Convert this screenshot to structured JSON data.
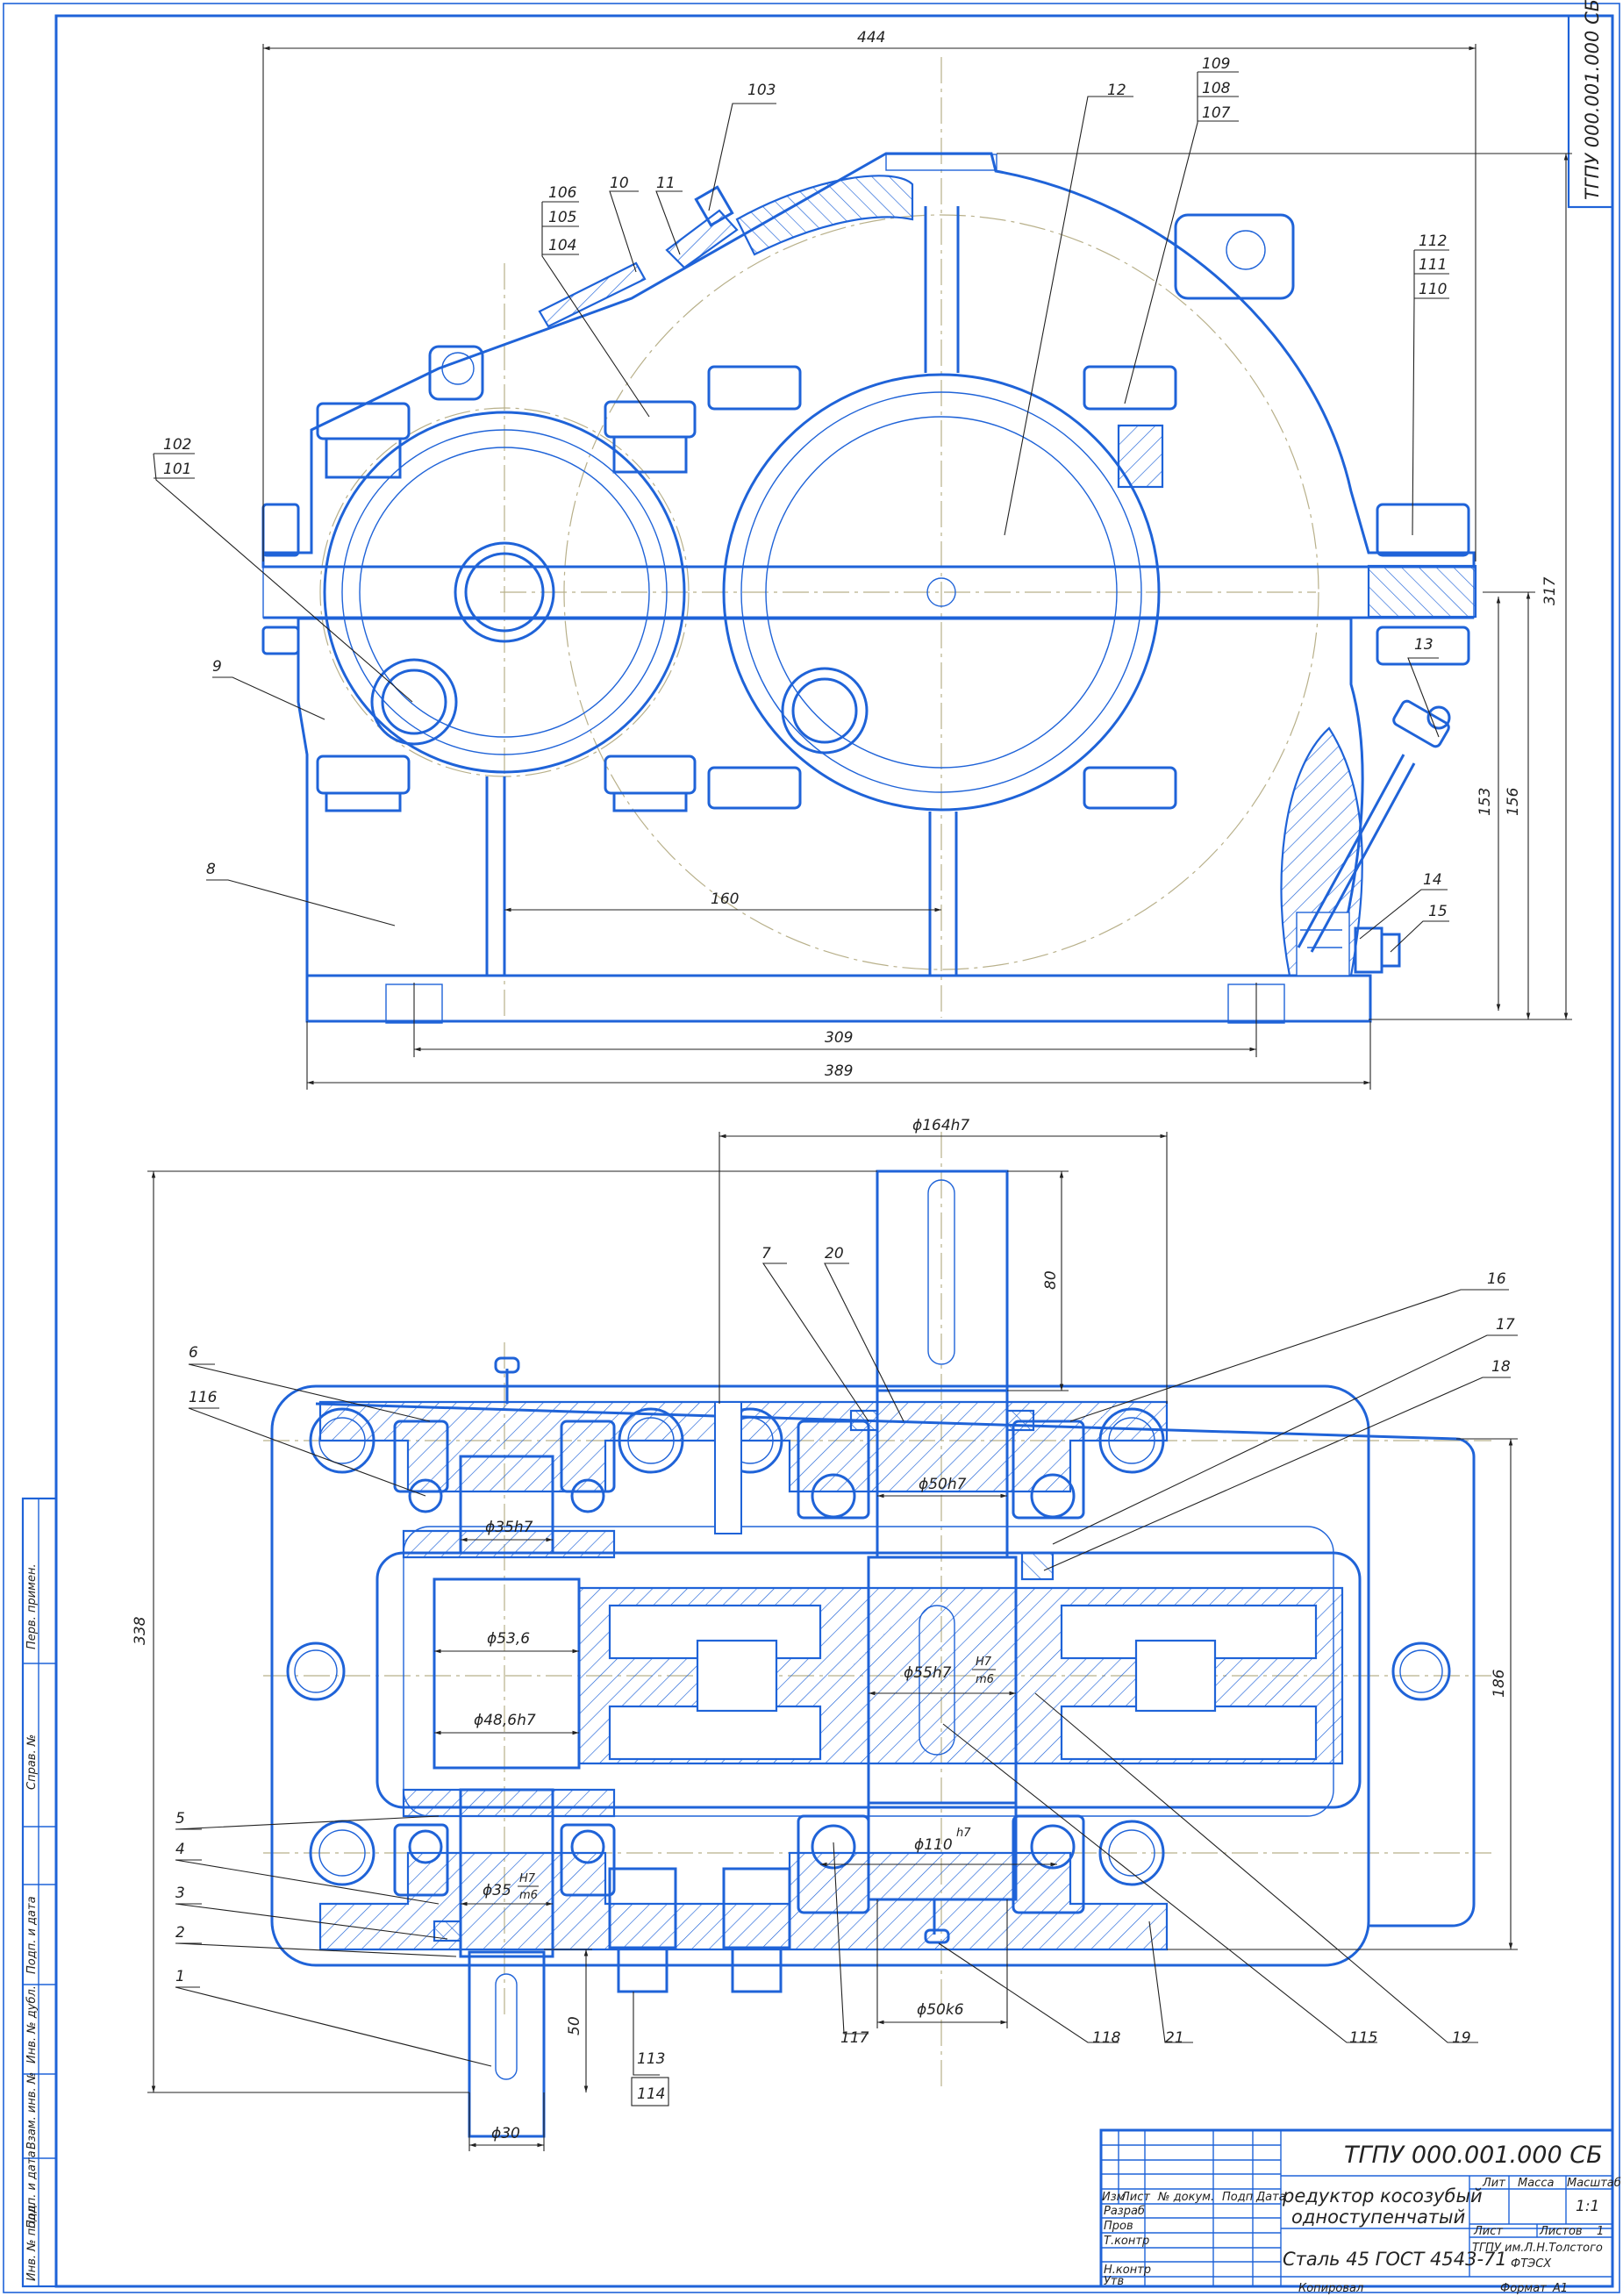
{
  "sheet": {
    "designation": "ТГПУ 000.001.000 СБ",
    "frame_stamp": "ТГПУ 000.001.000 СБ"
  },
  "title_block": {
    "designation": "ТГПУ 000.001.000 СБ",
    "name_line1": "редуктор косозубый",
    "name_line2": "одноступенчатый",
    "material": "Сталь 45 ГОСТ 4543-71",
    "org_line1": "ТГПУ им.Л.Н.Толстого",
    "org_line2": "ФТЭСХ",
    "col_izm": "Изм",
    "col_list": "Лист",
    "col_doc": "№ докум.",
    "col_sign": "Подп",
    "col_date": "Дата",
    "row_razrab": "Разраб",
    "row_prov": "Пров",
    "row_tkontr": "Т.контр",
    "row_nkontr": "Н.контр",
    "row_utv": "Утв",
    "lit_label": "Лит",
    "mass_label": "Масса",
    "scale_label": "Масштаб",
    "scale_value": "1:1",
    "sheet_label": "Лист",
    "sheets_label": "Листов",
    "sheets_value": "1",
    "copied": "Копировал",
    "format_label": "Формат",
    "format_value": "A1"
  },
  "side_strip": {
    "perv_primen": "Перв. примен.",
    "sprav": "Справ. №",
    "podp_data_1": "Подп. и дата",
    "inv_dubl": "Инв. № дубл.",
    "vzam_inv": "Взам. инв. №",
    "podp_data_2": "Подп. и дата",
    "inv_podl": "Инв. № подл."
  },
  "front_view": {
    "dims": {
      "overall_width": "444",
      "center_distance": "160",
      "base_width": "309",
      "overall_base": "389",
      "height_total": "317",
      "height_156": "156",
      "height_153": "153"
    },
    "callouts": {
      "c103": "103",
      "c12": "12",
      "c109": "109",
      "c108": "108",
      "c107": "107",
      "c106": "106",
      "c105": "105",
      "c104": "104",
      "c10": "10",
      "c11": "11",
      "c112": "112",
      "c111": "111",
      "c110": "110",
      "c102": "102",
      "c101": "101",
      "c9": "9",
      "c8": "8",
      "c13": "13",
      "c14": "14",
      "c15": "15"
    }
  },
  "plan_view": {
    "dims": {
      "housing_dia": "ϕ164h7",
      "shaft_len_80": "80",
      "overall_338": "338",
      "height_186": "186",
      "len_50": "50",
      "dia_30": "ϕ30",
      "dia_50h7": "ϕ50h7",
      "dia_35h7": "ϕ35h7",
      "dia_536": "ϕ53,6",
      "dia_486": "ϕ48,6h7",
      "dia_55": "ϕ55h7",
      "fit_H7": "H7",
      "fit_m6": "m6",
      "dia_110": "ϕ110",
      "fit_h7": "h7",
      "dia_35": "ϕ35",
      "fit_H7b": "H7",
      "fit_m6b": "m6",
      "dia_50k6": "ϕ50k6"
    },
    "callouts": {
      "c7": "7",
      "c20": "20",
      "c16": "16",
      "c17": "17",
      "c18": "18",
      "c6": "6",
      "c116": "116",
      "c5": "5",
      "c4": "4",
      "c3": "3",
      "c2": "2",
      "c1": "1",
      "c113": "113",
      "c114": "114",
      "c117": "117",
      "c118": "118",
      "c21": "21",
      "c115": "115",
      "c19": "19"
    }
  }
}
